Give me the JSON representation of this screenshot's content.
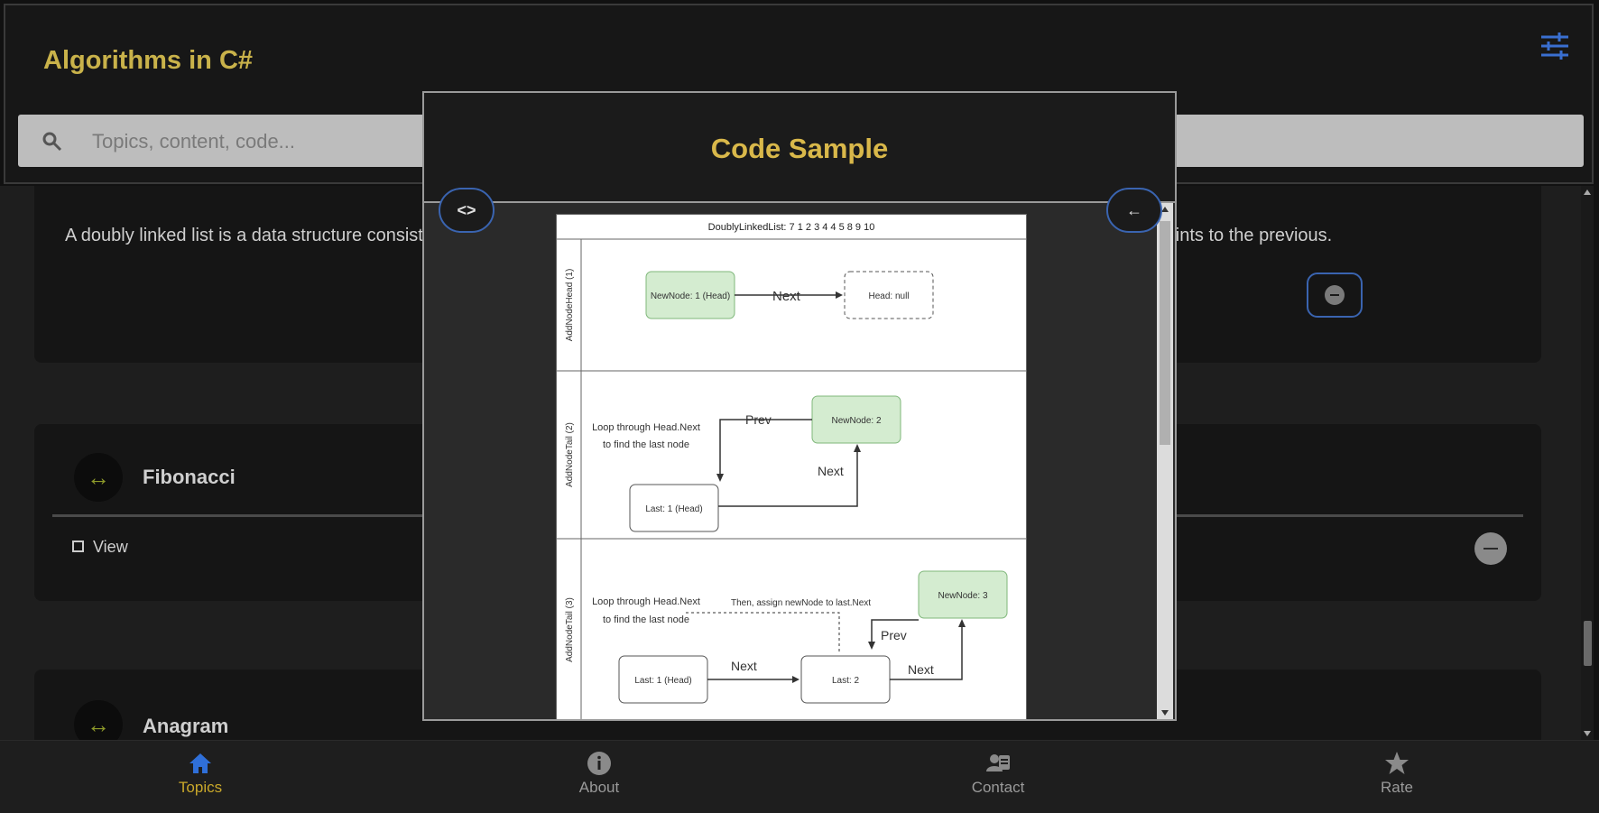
{
  "header": {
    "title": "Algorithms in C#",
    "settings_icon": "tune-icon"
  },
  "search": {
    "placeholder": "Topics, content, code...",
    "icon": "search-icon"
  },
  "content": {
    "description": "A doubly linked list is a data structure consisting in a sequence of linked elements where each node points to the next and the next node points to the previous.",
    "topics": [
      {
        "title": "Fibonacci",
        "view_label": "View",
        "icon": "arrows-icon"
      },
      {
        "title": "Anagram",
        "icon": "arrows-icon"
      }
    ]
  },
  "modal": {
    "title": "Code Sample",
    "code_toggle_label": "<>",
    "back_label": "←",
    "diagram": {
      "title": "DoublyLinkedList: 7 1 2 3 4 4 5 8 9 10",
      "lanes": [
        {
          "label": "AddNodeHead (1)"
        },
        {
          "label": "AddNodeTail (2)"
        },
        {
          "label": "AddNodeTail (3)"
        }
      ],
      "nodes": [
        {
          "text": "NewNode: 1 (Head)"
        },
        {
          "text": "Head: null"
        },
        {
          "text": "NewNode: 2"
        },
        {
          "text": "Last: 1 (Head)"
        },
        {
          "text": "NewNode: 3"
        },
        {
          "text": "Last: 1 (Head)"
        },
        {
          "text": "Last: 2"
        }
      ],
      "labels": {
        "next": "Next",
        "prev": "Prev",
        "loop_note": "Loop through Head.Next to find the last node",
        "assign_note": "Then, assign newNode to last.Next"
      }
    }
  },
  "nav": [
    {
      "label": "Topics",
      "icon": "home-icon",
      "active": true
    },
    {
      "label": "About",
      "icon": "info-icon",
      "active": false
    },
    {
      "label": "Contact",
      "icon": "contact-icon",
      "active": false
    },
    {
      "label": "Rate",
      "icon": "star-icon",
      "active": false
    }
  ],
  "colors": {
    "accent": "#c9b24a",
    "blue": "#3a64b0",
    "node_green": "#d4ecd0"
  }
}
